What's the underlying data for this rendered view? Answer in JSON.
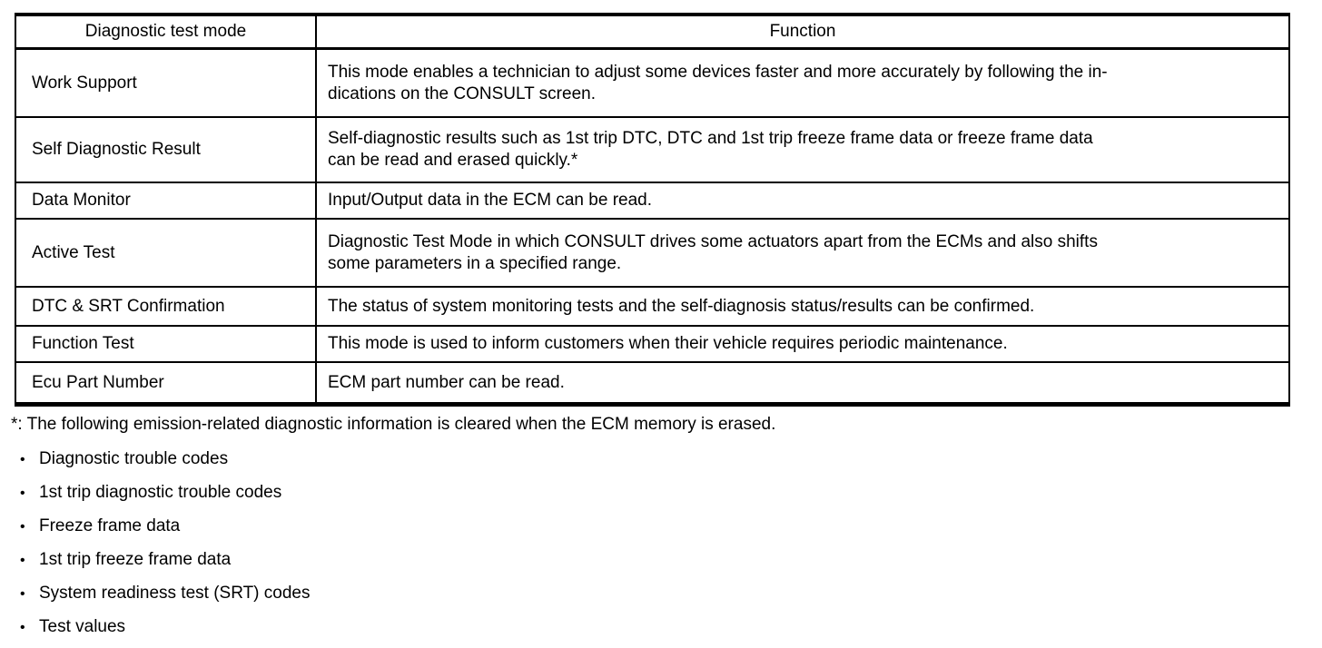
{
  "table": {
    "headers": [
      "Diagnostic test mode",
      "Function"
    ],
    "rows": [
      {
        "mode": "Work Support",
        "function": "This mode enables a technician to adjust some devices faster and more accurately by following the in-\ndications on the CONSULT screen."
      },
      {
        "mode": "Self Diagnostic Result",
        "function": "Self-diagnostic results such as 1st trip DTC, DTC and 1st trip freeze frame data or freeze frame data\ncan be read and erased quickly.*"
      },
      {
        "mode": "Data Monitor",
        "function": "Input/Output data in the ECM can be read."
      },
      {
        "mode": "Active Test",
        "function": "Diagnostic Test Mode in which CONSULT drives some actuators apart from the ECMs and also shifts\nsome parameters in a specified range."
      },
      {
        "mode": "DTC & SRT Confirmation",
        "function": "The status of system monitoring tests and the self-diagnosis status/results can be confirmed."
      },
      {
        "mode": "Function Test",
        "function": "This mode is used to inform customers when their vehicle requires periodic maintenance."
      },
      {
        "mode": "Ecu Part Number",
        "function": "ECM part number can be read."
      }
    ]
  },
  "footnote": "*: The following emission-related diagnostic information is cleared when the ECM memory is erased.",
  "bullet_glyph": "•",
  "bullets": [
    "Diagnostic trouble codes",
    "1st trip diagnostic trouble codes",
    "Freeze frame data",
    "1st trip freeze frame data",
    "System readiness test (SRT) codes",
    "Test values"
  ]
}
